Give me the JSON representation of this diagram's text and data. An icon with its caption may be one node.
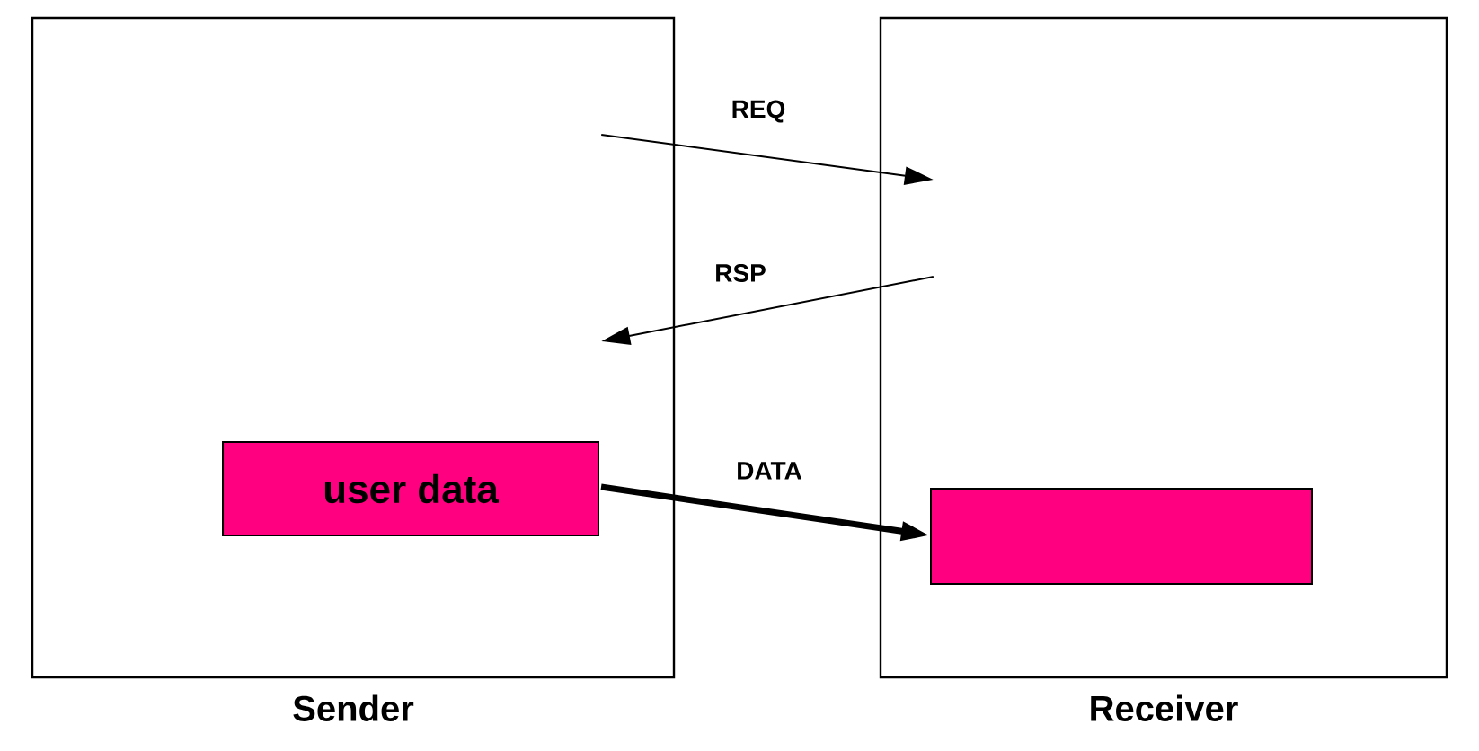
{
  "diagram": {
    "nodes": [
      {
        "text": [
          "Sender"
        ]
      },
      {
        "text": [
          "Receiver"
        ]
      },
      {
        "text": [
          "user data"
        ],
        "in": 0
      },
      {
        "text": [],
        "shape": "box",
        "in": 1
      }
    ],
    "edges": [
      {
        "from": 0,
        "to": 1,
        "arrow": "to",
        "label": "REQ"
      },
      {
        "from": 1,
        "to": 0,
        "arrow": "to",
        "label": "RSP"
      },
      {
        "from": 2,
        "to": 3,
        "arrow": "to",
        "label": "DATA",
        "style": "thick"
      }
    ]
  }
}
